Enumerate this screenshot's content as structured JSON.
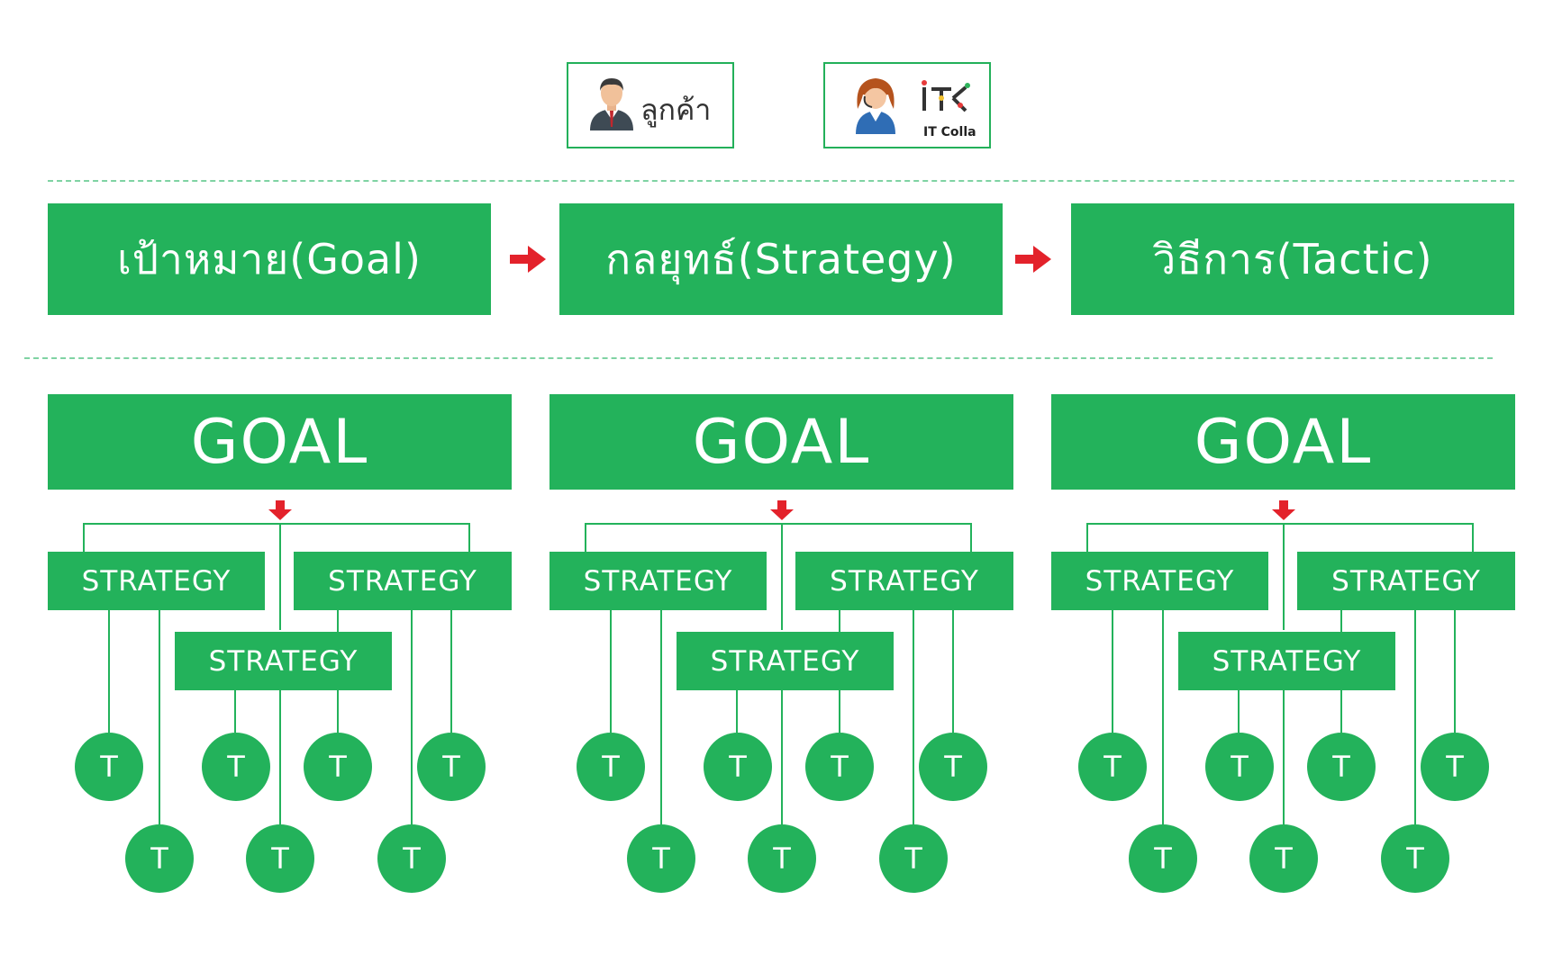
{
  "header": {
    "customer_label": "ลูกค้า",
    "logo_text": "IT Colla"
  },
  "flow": {
    "goal": "เป้าหมาย(Goal)",
    "strategy": "กลยุทธ์(Strategy)",
    "tactic": "วิธีการ(Tactic)"
  },
  "trees": [
    {
      "goal": "GOAL",
      "strategies": [
        "STRATEGY",
        "STRATEGY",
        "STRATEGY"
      ],
      "tactic": "T"
    },
    {
      "goal": "GOAL",
      "strategies": [
        "STRATEGY",
        "STRATEGY",
        "STRATEGY"
      ],
      "tactic": "T"
    },
    {
      "goal": "GOAL",
      "strategies": [
        "STRATEGY",
        "STRATEGY",
        "STRATEGY"
      ],
      "tactic": "T"
    }
  ],
  "colors": {
    "green": "#23b25b",
    "arrow": "#e3222b",
    "dash": "#7fd3a3"
  }
}
